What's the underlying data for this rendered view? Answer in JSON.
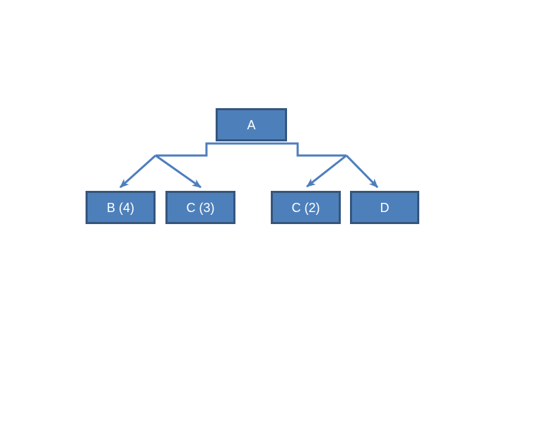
{
  "diagram": {
    "type": "tree",
    "nodes": {
      "root": {
        "label": "A"
      },
      "children": [
        {
          "label": "B (4)"
        },
        {
          "label": "C (3)"
        },
        {
          "label": "C (2)"
        },
        {
          "label": "D"
        }
      ]
    },
    "edges": [
      {
        "from": "A",
        "to": "B (4)"
      },
      {
        "from": "A",
        "to": "C (3)"
      },
      {
        "from": "A",
        "to": "C (2)"
      },
      {
        "from": "A",
        "to": "D"
      }
    ],
    "colors": {
      "node_fill": "#4d80bb",
      "node_border": "#36567c",
      "node_text": "#ffffff",
      "connector": "#4d7ebd",
      "background": "#ffffff"
    }
  }
}
